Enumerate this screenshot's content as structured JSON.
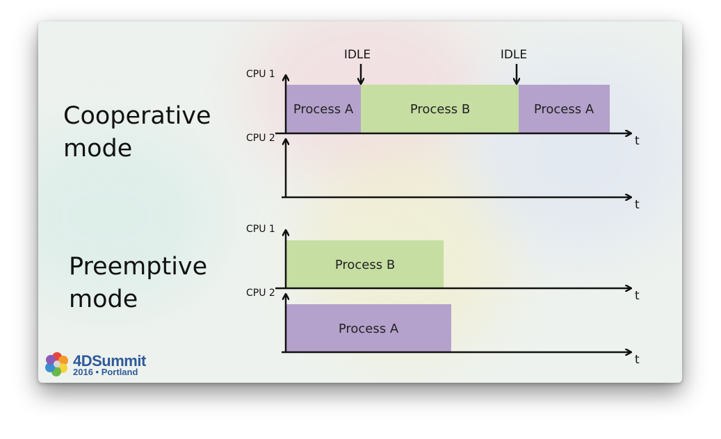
{
  "slide": {
    "cooperative": {
      "heading_line1": "Cooperative",
      "heading_line2": "mode",
      "cpu1_label": "CPU 1",
      "cpu2_label": "CPU 2",
      "cpu1_axis_label": "t",
      "cpu2_axis_label": "t",
      "idle_markers": [
        "IDLE",
        "IDLE"
      ],
      "cpu1_processes": [
        "Process A",
        "Process B",
        "Process A"
      ],
      "cpu2_processes": []
    },
    "preemptive": {
      "heading_line1": "Preemptive",
      "heading_line2": "mode",
      "cpu1_label": "CPU 1",
      "cpu2_label": "CPU 2",
      "cpu1_axis_label": "t",
      "cpu2_axis_label": "t",
      "cpu1_processes": [
        "Process B"
      ],
      "cpu2_processes": [
        "Process A"
      ]
    },
    "logo": {
      "title": "4DSummit",
      "subtitle": "2016 • Portland"
    }
  },
  "colors": {
    "process_a": "#b4a2cc",
    "process_b": "#c6dea2",
    "axis": "#111111"
  }
}
